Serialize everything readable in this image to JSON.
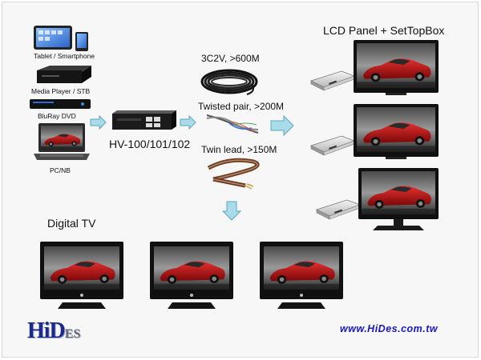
{
  "sources": {
    "tablet": "Tablet / Smartphone",
    "media_player": "Media Player / STB",
    "bluray": "BluRay DVD",
    "pc": "PC/NB"
  },
  "device": "HV-100/101/102",
  "cables": {
    "coax": "3C2V, >600M",
    "twisted": "Twisted pair, >200M",
    "twin": "Twin lead, >150M"
  },
  "lcd_title": "LCD Panel + SetTopBox",
  "digital_tv_title": "Digital TV",
  "brand": {
    "logo_main": "HiD",
    "logo_tail": "ES",
    "url": "www.HiDes.com.tw"
  },
  "colors": {
    "arrow": "#a9dcea",
    "arrow_stroke": "#5fa6bf",
    "car": "#c21818",
    "brand_blue": "#1a2a8a",
    "url_blue": "#1717c8"
  }
}
